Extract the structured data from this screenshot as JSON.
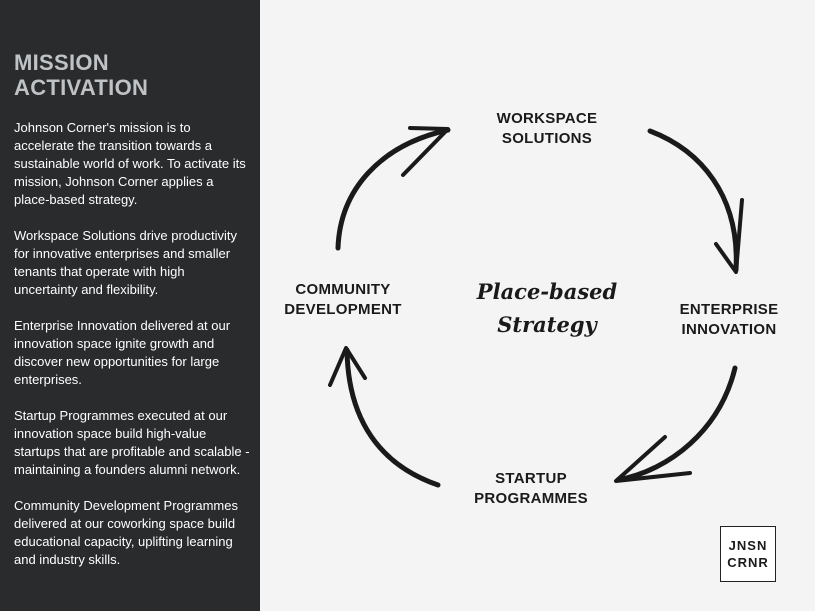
{
  "sidebar": {
    "title_line1": "MISSION",
    "title_line2": "ACTIVATION",
    "paragraphs": [
      "Johnson Corner's mission is to accelerate the transition towards a sustainable world of work. To activate its mission, Johnson Corner applies a place-based strategy.",
      "Workspace Solutions drive productivity for innovative enterprises and smaller tenants that operate with high uncertainty and flexibility.",
      "Enterprise Innovation delivered at our innovation space ignite growth and discover new opportunities for large enterprises.",
      "Startup Programmes executed at our innovation space build high-value startups that are profitable and scalable - maintaining a founders alumni network.",
      "Community Development Programmes delivered at our coworking space build educational capacity, uplifting learning and industry skills."
    ]
  },
  "diagram": {
    "center_line1": "Place-based",
    "center_line2": "Strategy",
    "nodes": {
      "workspace": [
        "WORKSPACE",
        "SOLUTIONS"
      ],
      "enterprise": [
        "ENTERPRISE",
        "INNOVATION"
      ],
      "startup": [
        "STARTUP",
        "PROGRAMMES"
      ],
      "community": [
        "COMMUNITY",
        "DEVELOPMENT"
      ]
    }
  },
  "logo": {
    "line1": "JNSN",
    "line2": "CRNR"
  },
  "colors": {
    "sidebar_bg": "#2a2b2d",
    "title_color": "#bfc3c6",
    "page_bg": "#f4f4f4",
    "ink": "#1a1a1a"
  }
}
